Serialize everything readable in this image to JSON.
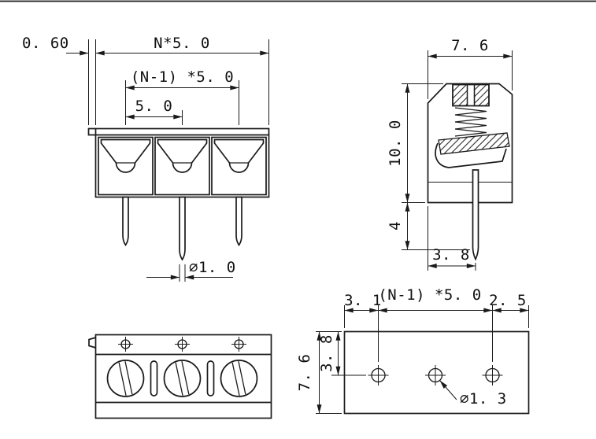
{
  "drawing": {
    "front": {
      "edge": "0. 60",
      "overall": "N*5. 0",
      "span": "(N-1) *5. 0",
      "pitch": "5. 0",
      "pin_dia": "∅1. 0"
    },
    "side": {
      "width": "7. 6",
      "height": "10. 0",
      "pin_len": "4",
      "pin_off": "3. 8"
    },
    "footprint": {
      "left": "3. 1",
      "span": "(N-1) *5. 0",
      "right": "2. 5",
      "depth": "7. 6",
      "row_off": "3. 8",
      "hole_dia": "∅1. 3"
    },
    "colors": {
      "line": "#1a1a1a",
      "background": "#ffffff"
    }
  }
}
